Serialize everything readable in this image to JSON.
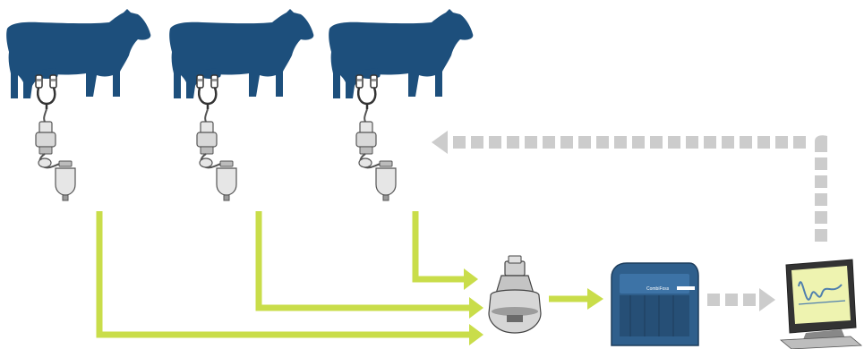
{
  "diagram": {
    "description_free": true,
    "cows": [
      {
        "id": "cow-1"
      },
      {
        "id": "cow-2"
      },
      {
        "id": "cow-3"
      }
    ],
    "instrument": {
      "brand_label": "CombiFoss"
    },
    "colors": {
      "cow": "#1d4f7c",
      "milk_flow": "#c9dd4a",
      "feedback_flow": "#cccccc",
      "equipment_light": "#e6e6e6",
      "equipment_mid": "#b5b5b5",
      "equipment_dark": "#5c5c5c",
      "instrument_body": "#2f5f8c",
      "screen": "#eef3b0",
      "screen_trace": "#4f7fae"
    },
    "icons": [
      "cow-icon",
      "milking-cluster-icon",
      "milk-meter-icon",
      "sample-jar-icon",
      "sample-bottle-icon",
      "milk-analyzer-icon",
      "computer-icon"
    ]
  }
}
